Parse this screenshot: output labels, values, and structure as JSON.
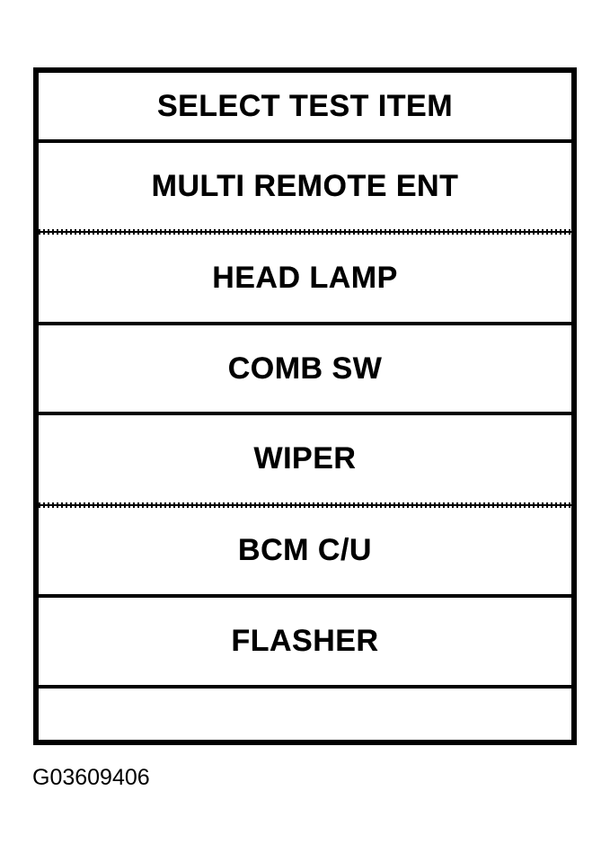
{
  "menu": {
    "title": "SELECT TEST ITEM",
    "items": [
      {
        "label": "MULTI REMOTE ENT",
        "separator_below": "dotted"
      },
      {
        "label": "HEAD LAMP",
        "separator_below": "solid"
      },
      {
        "label": "COMB SW",
        "separator_below": "solid"
      },
      {
        "label": "WIPER",
        "separator_below": "dotted"
      },
      {
        "label": "BCM C/U",
        "separator_below": "solid"
      },
      {
        "label": "FLASHER",
        "separator_below": "solid"
      },
      {
        "label": "",
        "separator_below": "none"
      }
    ]
  },
  "figure_id": "G03609406",
  "colors": {
    "line": "#000000",
    "background": "#ffffff",
    "text": "#000000"
  }
}
